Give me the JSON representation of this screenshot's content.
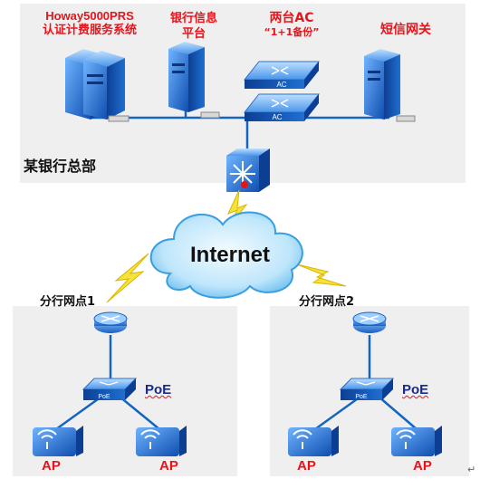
{
  "hq": {
    "name": "某银行总部",
    "auth_system": {
      "line1": "Howay5000PRS",
      "line2": "认证计费服务系统"
    },
    "bank_info": {
      "line1": "银行信息",
      "line2": "平台"
    },
    "ac": {
      "line1": "两台AC",
      "line2": "“1+1备份”",
      "device_text": "AC"
    },
    "sms_gateway": "短信网关"
  },
  "internet": {
    "label": "Internet"
  },
  "branches": [
    {
      "name": "分行网点1",
      "poe": "PoE",
      "switch_text": "PoE",
      "aps": [
        "AP",
        "AP"
      ]
    },
    {
      "name": "分行网点2",
      "poe": "PoE",
      "switch_text": "PoE",
      "aps": [
        "AP",
        "AP"
      ]
    }
  ],
  "colors": {
    "label_red": "#e8141b",
    "device_blue": "#1f6fd1",
    "panel_gray": "#efefef",
    "bolt_yellow": "#f5e23a"
  }
}
